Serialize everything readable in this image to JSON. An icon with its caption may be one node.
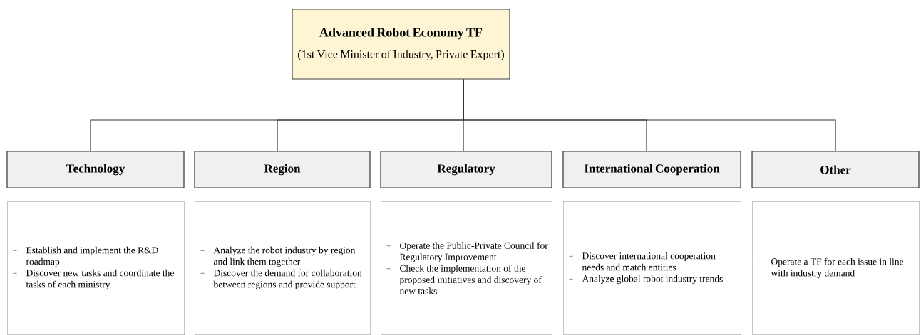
{
  "diagram": {
    "nodes": [
      {
        "text": [
          "Advanced Robot Economy TF",
          "(1st Vice Minister of Industry, Private Expert)"
        ]
      },
      {
        "text": [
          "Technology"
        ]
      },
      {
        "text": [
          "Region"
        ]
      },
      {
        "text": [
          "Regulatory"
        ]
      },
      {
        "text": [
          "International Cooperation"
        ]
      },
      {
        "text": [
          "Other"
        ]
      },
      {
        "text": [
          "Establish and implement the R&D roadmap",
          "Discover new tasks and coordinate the tasks of each ministry"
        ]
      },
      {
        "text": [
          "Analyze the robot industry by region and link them together",
          "Discover the demand for collaboration between regions and provide support"
        ]
      },
      {
        "text": [
          "Operate the Public-Private Council for Regulatory Improvement",
          "Check the implementation of the proposed initiatives and discovery of new tasks"
        ]
      },
      {
        "text": [
          "Discover international cooperation needs and match entities",
          "Analyze global robot industry trends"
        ]
      },
      {
        "text": [
          "Operate a TF for each issue in line with industry demand"
        ]
      }
    ],
    "edges": [
      {
        "from": 0,
        "to": 1,
        "arrow": "none"
      },
      {
        "from": 0,
        "to": 2,
        "arrow": "none"
      },
      {
        "from": 0,
        "to": 3,
        "arrow": "none"
      },
      {
        "from": 0,
        "to": 4,
        "arrow": "none"
      },
      {
        "from": 0,
        "to": 5,
        "arrow": "none"
      }
    ]
  }
}
